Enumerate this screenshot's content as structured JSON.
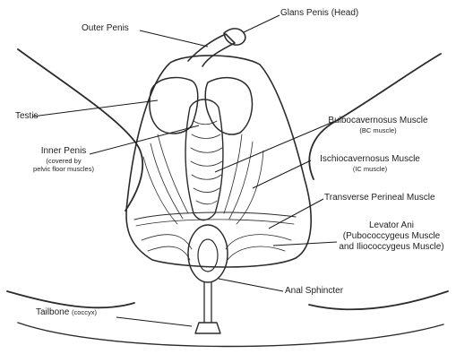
{
  "labels": {
    "glans_penis": "Glans Penis (Head)",
    "outer_penis": "Outer Penis",
    "testis": "Testis",
    "inner_penis": "Inner Penis",
    "inner_penis_note_1": "(covered by",
    "inner_penis_note_2": "pelvic floor muscles)",
    "bulbocavernosus": "Bulbocavernosus Muscle",
    "bulbocavernosus_abbr": "(BC muscle)",
    "ischiocavernosus": "Ischiocavernosus Muscle",
    "ischiocavernosus_abbr": "(IC muscle)",
    "transverse_perineal": "Transverse Perineal Muscle",
    "levator_ani": "Levator Ani",
    "levator_ani_note_1": "(Pubococcygeus Muscle",
    "levator_ani_note_2": "and Iliococcygeus Muscle)",
    "anal_sphincter": "Anal Sphincter",
    "tailbone": "Tailbone",
    "tailbone_latin": "(coccyx)"
  }
}
